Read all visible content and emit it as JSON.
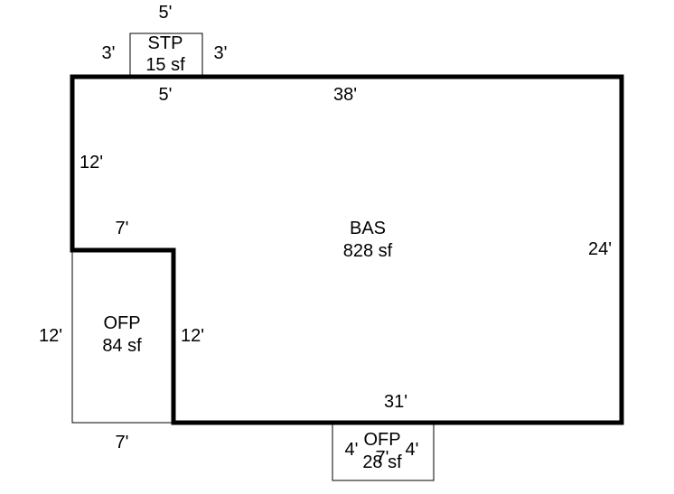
{
  "areas": {
    "bas": {
      "code": "BAS",
      "area": "828 sf"
    },
    "stp": {
      "code": "STP",
      "area": "15 sf"
    },
    "ofp_left": {
      "code": "OFP",
      "area": "84 sf"
    },
    "ofp_bottom": {
      "code": "OFP",
      "area": "28 sf"
    }
  },
  "dimensions": {
    "stp_top": "5'",
    "stp_left": "3'",
    "stp_right": "3'",
    "stp_bottom": "5'",
    "bas_top": "38'",
    "bas_left_upper": "12'",
    "bas_notch_top": "7'",
    "bas_right": "24'",
    "bas_notch_side": "12'",
    "bas_bottom": "31'",
    "ofp_left_side": "12'",
    "ofp_left_bottom": "7'",
    "ofp_bottom_left": "4'",
    "ofp_bottom_mid": "7'",
    "ofp_bottom_right": "4'"
  },
  "colors": {
    "line": "#000000",
    "background": "#ffffff"
  }
}
